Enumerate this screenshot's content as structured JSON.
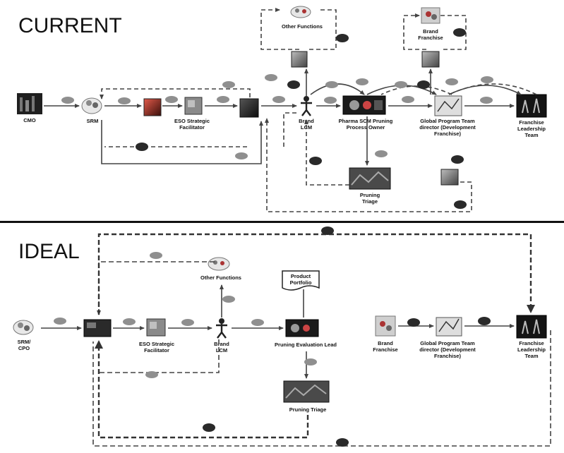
{
  "current": {
    "title": "CURRENT",
    "nodes": {
      "cmo": "CMO",
      "srm": "SRM",
      "eso": [
        "ESO Strategic",
        "Facilitator"
      ],
      "brand_lcm": [
        "Brand",
        "LCM"
      ],
      "pharma_scm": [
        "Pharma SCM Pruning",
        "Process Owner"
      ],
      "gpt": [
        "Global Program Team",
        "director (Development",
        "Franchise)"
      ],
      "franchise_lt": [
        "Franchise",
        "Leadership",
        "Team"
      ],
      "other_functions": "Other Functions",
      "brand_franchise": [
        "Brand",
        "Franchise"
      ],
      "pruning_triage": [
        "Pruning",
        "Triage"
      ]
    }
  },
  "ideal": {
    "title": "IDEAL",
    "nodes": {
      "srm_cpo": [
        "SRM/",
        "CPO"
      ],
      "eso": [
        "ESO Strategic",
        "Facilitator"
      ],
      "brand_lcm": [
        "Brand",
        "LCM"
      ],
      "other_functions": "Other Functions",
      "product_portfolio": [
        "Product",
        "Portfolio"
      ],
      "pruning_eval": "Pruning Evaluation Lead",
      "pruning_triage": "Pruning Triage",
      "brand_franchise": [
        "Brand",
        "Franchise"
      ],
      "gpt": [
        "Global Program Team",
        "director (Development",
        "Franchise)"
      ],
      "franchise_lt": [
        "Franchise",
        "Leadership",
        "Team"
      ]
    }
  },
  "colors": {
    "badge_grey": "#8f8f8f",
    "badge_dark": "#2a2a2a",
    "line": "#555555"
  }
}
